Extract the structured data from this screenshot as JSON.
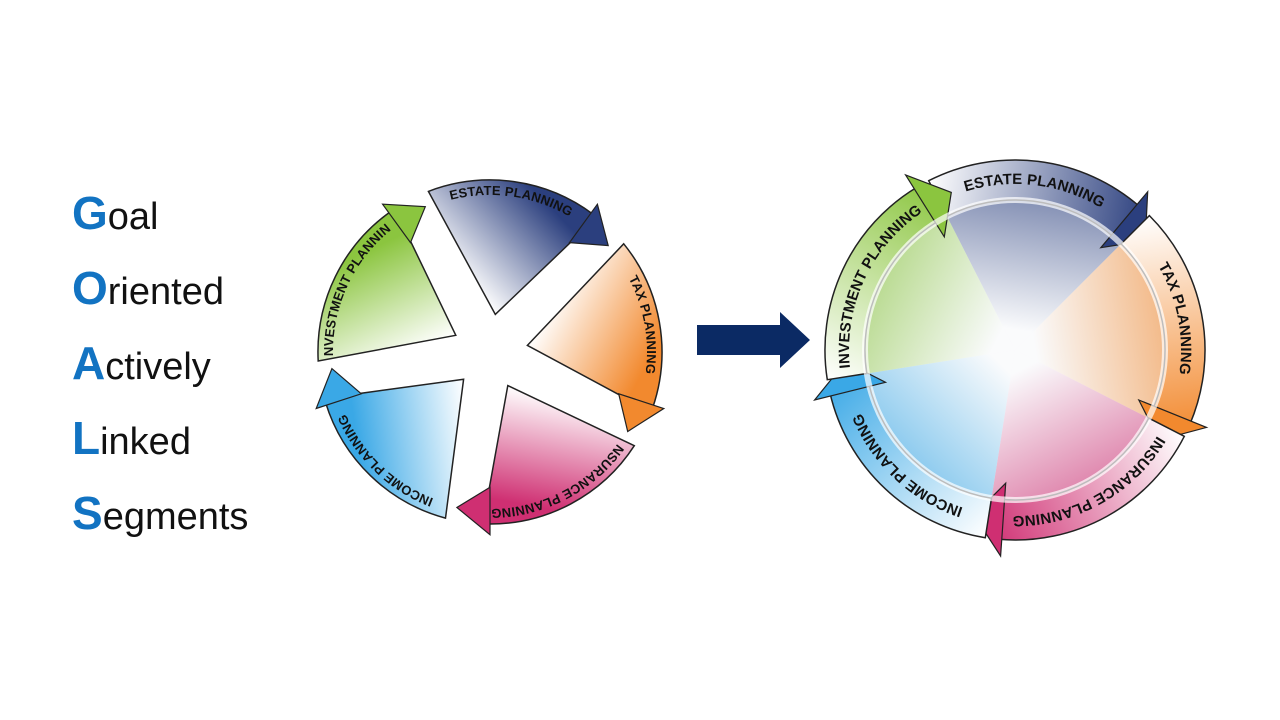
{
  "acronym": [
    {
      "letter": "G",
      "rest": "oal"
    },
    {
      "letter": "O",
      "rest": "riented"
    },
    {
      "letter": "A",
      "rest": "ctively"
    },
    {
      "letter": "L",
      "rest": "inked"
    },
    {
      "letter": "S",
      "rest": "egments"
    }
  ],
  "segments": [
    {
      "key": "estate",
      "label": "ESTATE PLANNING",
      "color": "#2b3f7e"
    },
    {
      "key": "tax",
      "label": "TAX PLANNING",
      "color": "#f2892e"
    },
    {
      "key": "insurance",
      "label": "INSURANCE PLANNING",
      "color": "#cf2f72"
    },
    {
      "key": "income",
      "label": "INCOME PLANNING",
      "color": "#3aa8e6"
    },
    {
      "key": "investment",
      "label": "INVESTMENT PLANNING",
      "color": "#8bc53f"
    }
  ],
  "arrow_color": "#0b2a64"
}
